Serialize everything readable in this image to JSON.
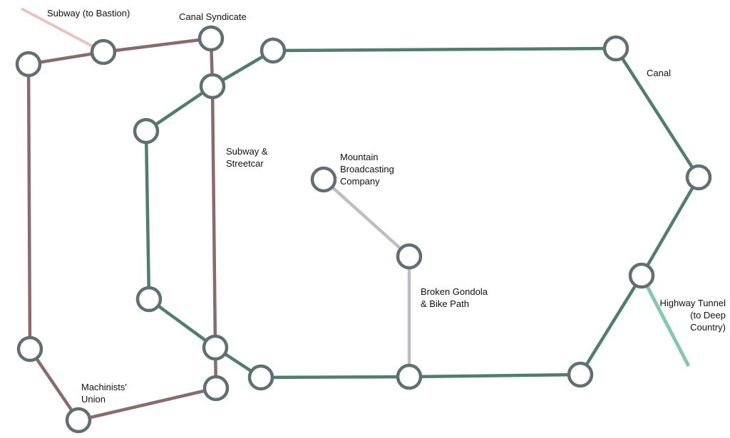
{
  "colors": {
    "canal": "#4f7d6e",
    "subway": "#8a6a6c",
    "subway_bastion": "#e8c4c1",
    "gondola": "#bdbdc4",
    "highway": "#85c7af",
    "node_stroke": "#5f6f72"
  },
  "labels": {
    "subway_bastion": "Subway (to Bastion)",
    "canal_syndicate": "Canal Syndicate",
    "canal": "Canal",
    "subway_streetcar": [
      "Subway &",
      "Streetcar"
    ],
    "mountain_broadcasting": [
      "Mountain",
      "Broadcasting",
      "Company"
    ],
    "broken_gondola": [
      "Broken Gondola",
      "& Bike Path"
    ],
    "highway_tunnel": [
      "Highway Tunnel",
      "(to Deep",
      "Country)"
    ],
    "machinists_union": [
      "Machinists'",
      "Union"
    ]
  }
}
